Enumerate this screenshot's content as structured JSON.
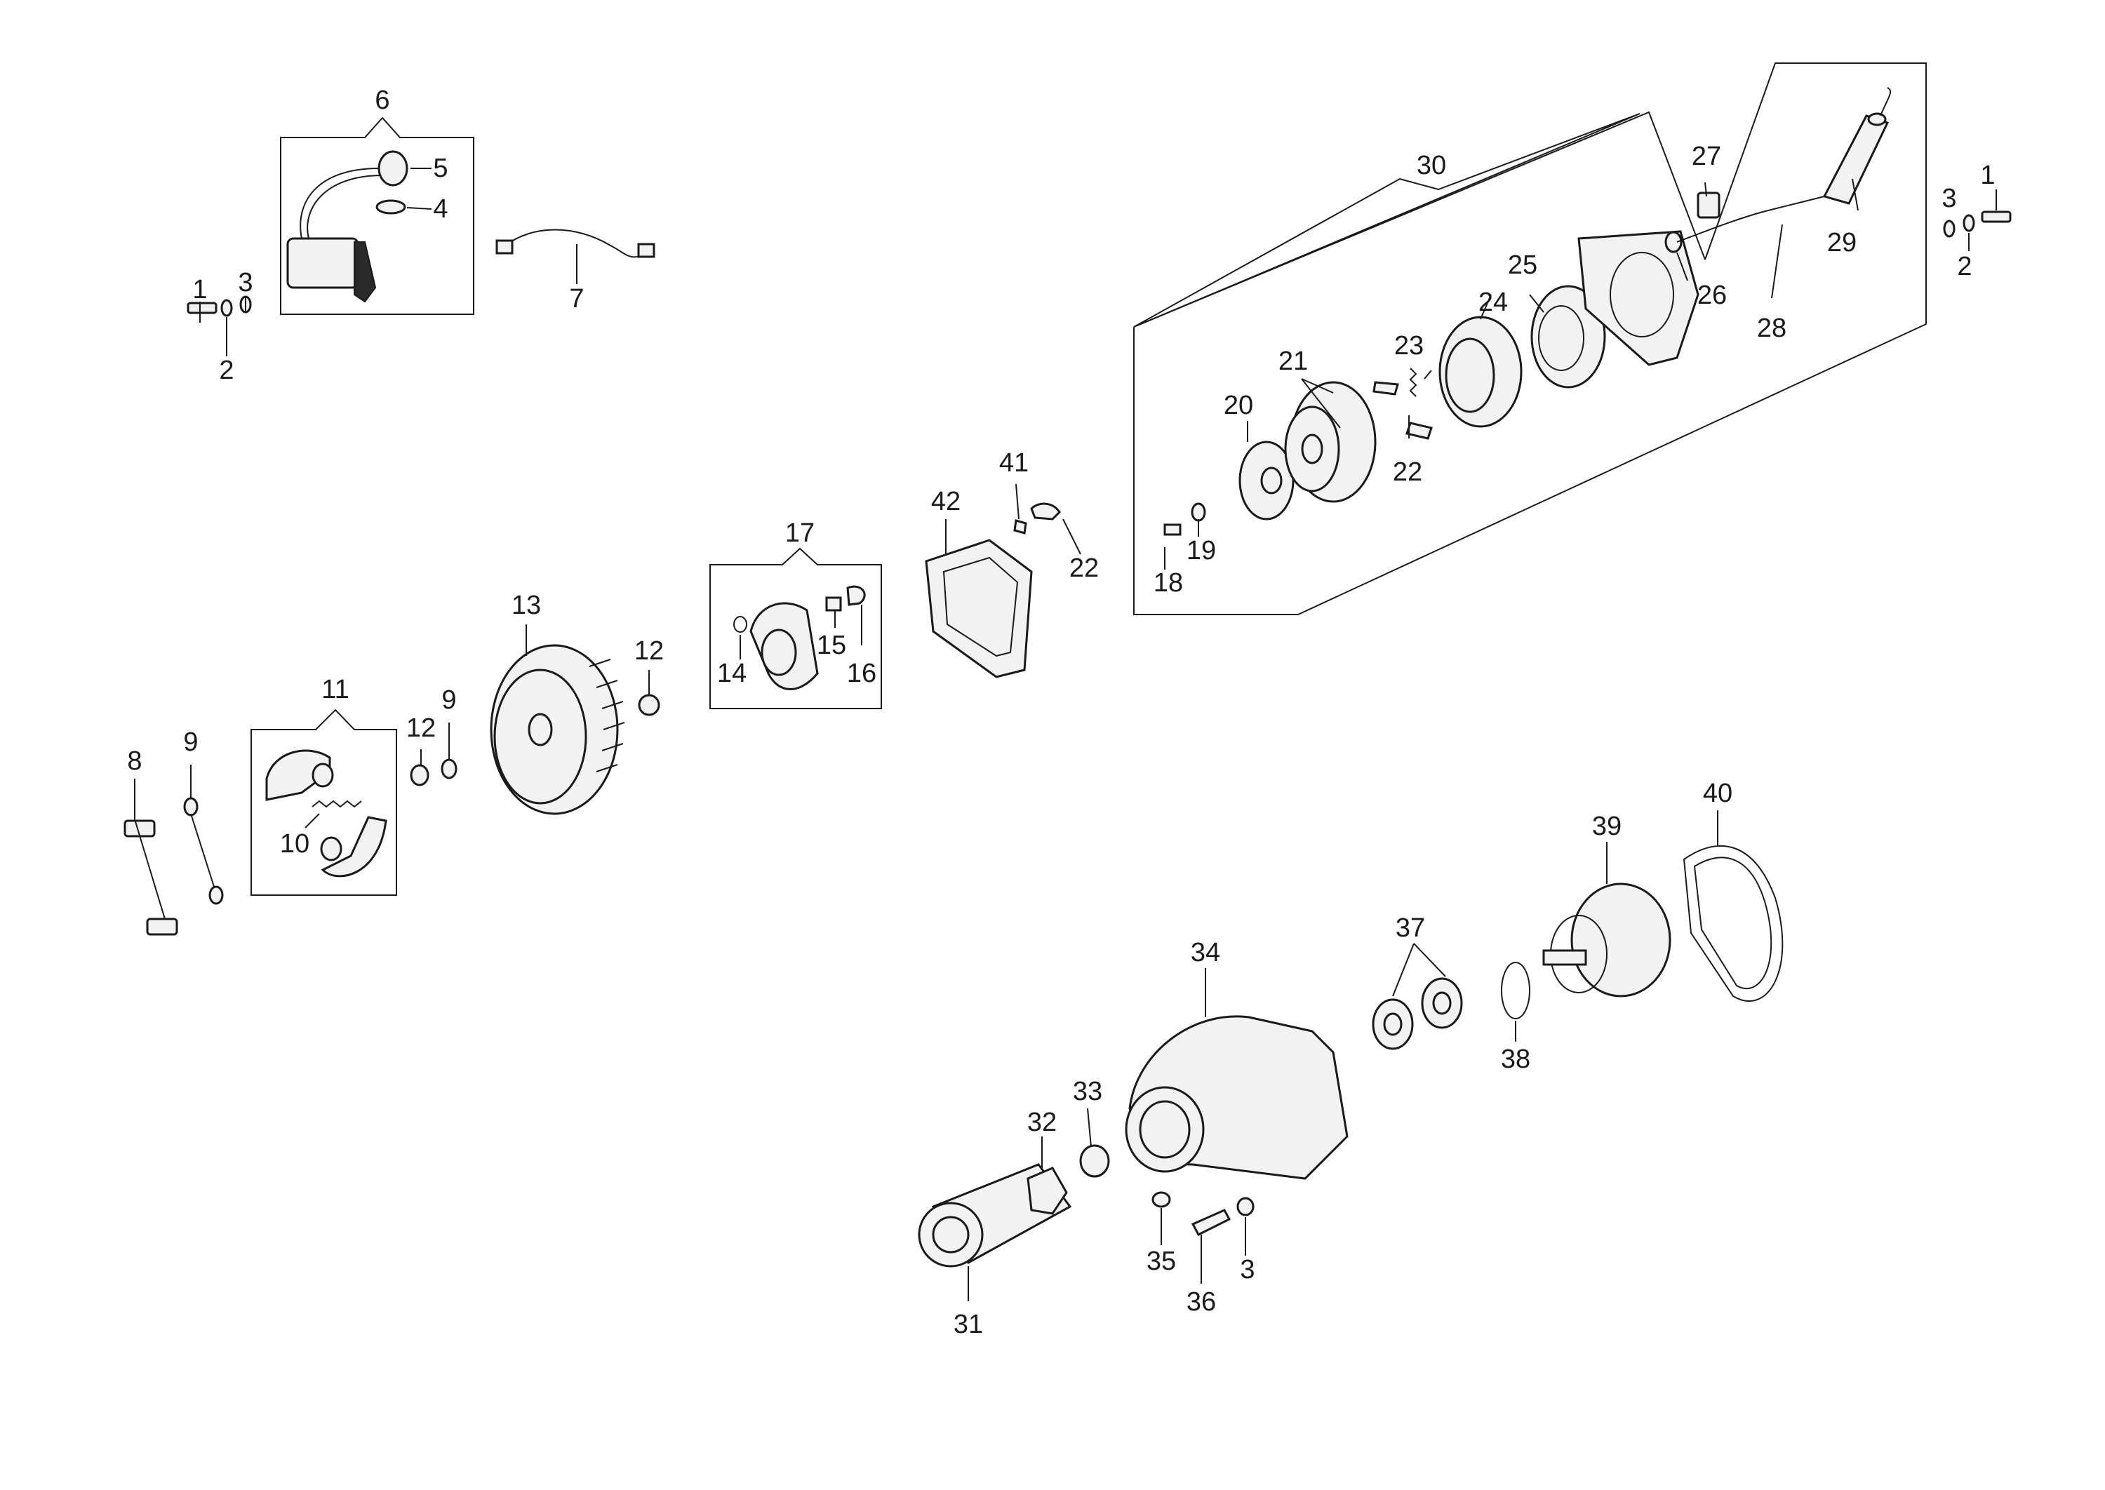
{
  "callouts": {
    "c1a": "1",
    "c1b": "1",
    "c2a": "2",
    "c2b": "2",
    "c3a": "3",
    "c3b": "3",
    "c3c": "3",
    "c4": "4",
    "c5": "5",
    "c6": "6",
    "c7": "7",
    "c8": "8",
    "c9a": "9",
    "c9b": "9",
    "c10": "10",
    "c11": "11",
    "c12a": "12",
    "c12b": "12",
    "c13": "13",
    "c14": "14",
    "c15": "15",
    "c16": "16",
    "c17": "17",
    "c18": "18",
    "c19": "19",
    "c20": "20",
    "c21": "21",
    "c22a": "22",
    "c22b": "22",
    "c23": "23",
    "c24": "24",
    "c25": "25",
    "c26": "26",
    "c27": "27",
    "c28": "28",
    "c29": "29",
    "c30": "30",
    "c31": "31",
    "c32": "32",
    "c33": "33",
    "c34": "34",
    "c35": "35",
    "c36": "36",
    "c37": "37",
    "c38": "38",
    "c39": "39",
    "c40": "40",
    "c41": "41",
    "c42": "42"
  }
}
